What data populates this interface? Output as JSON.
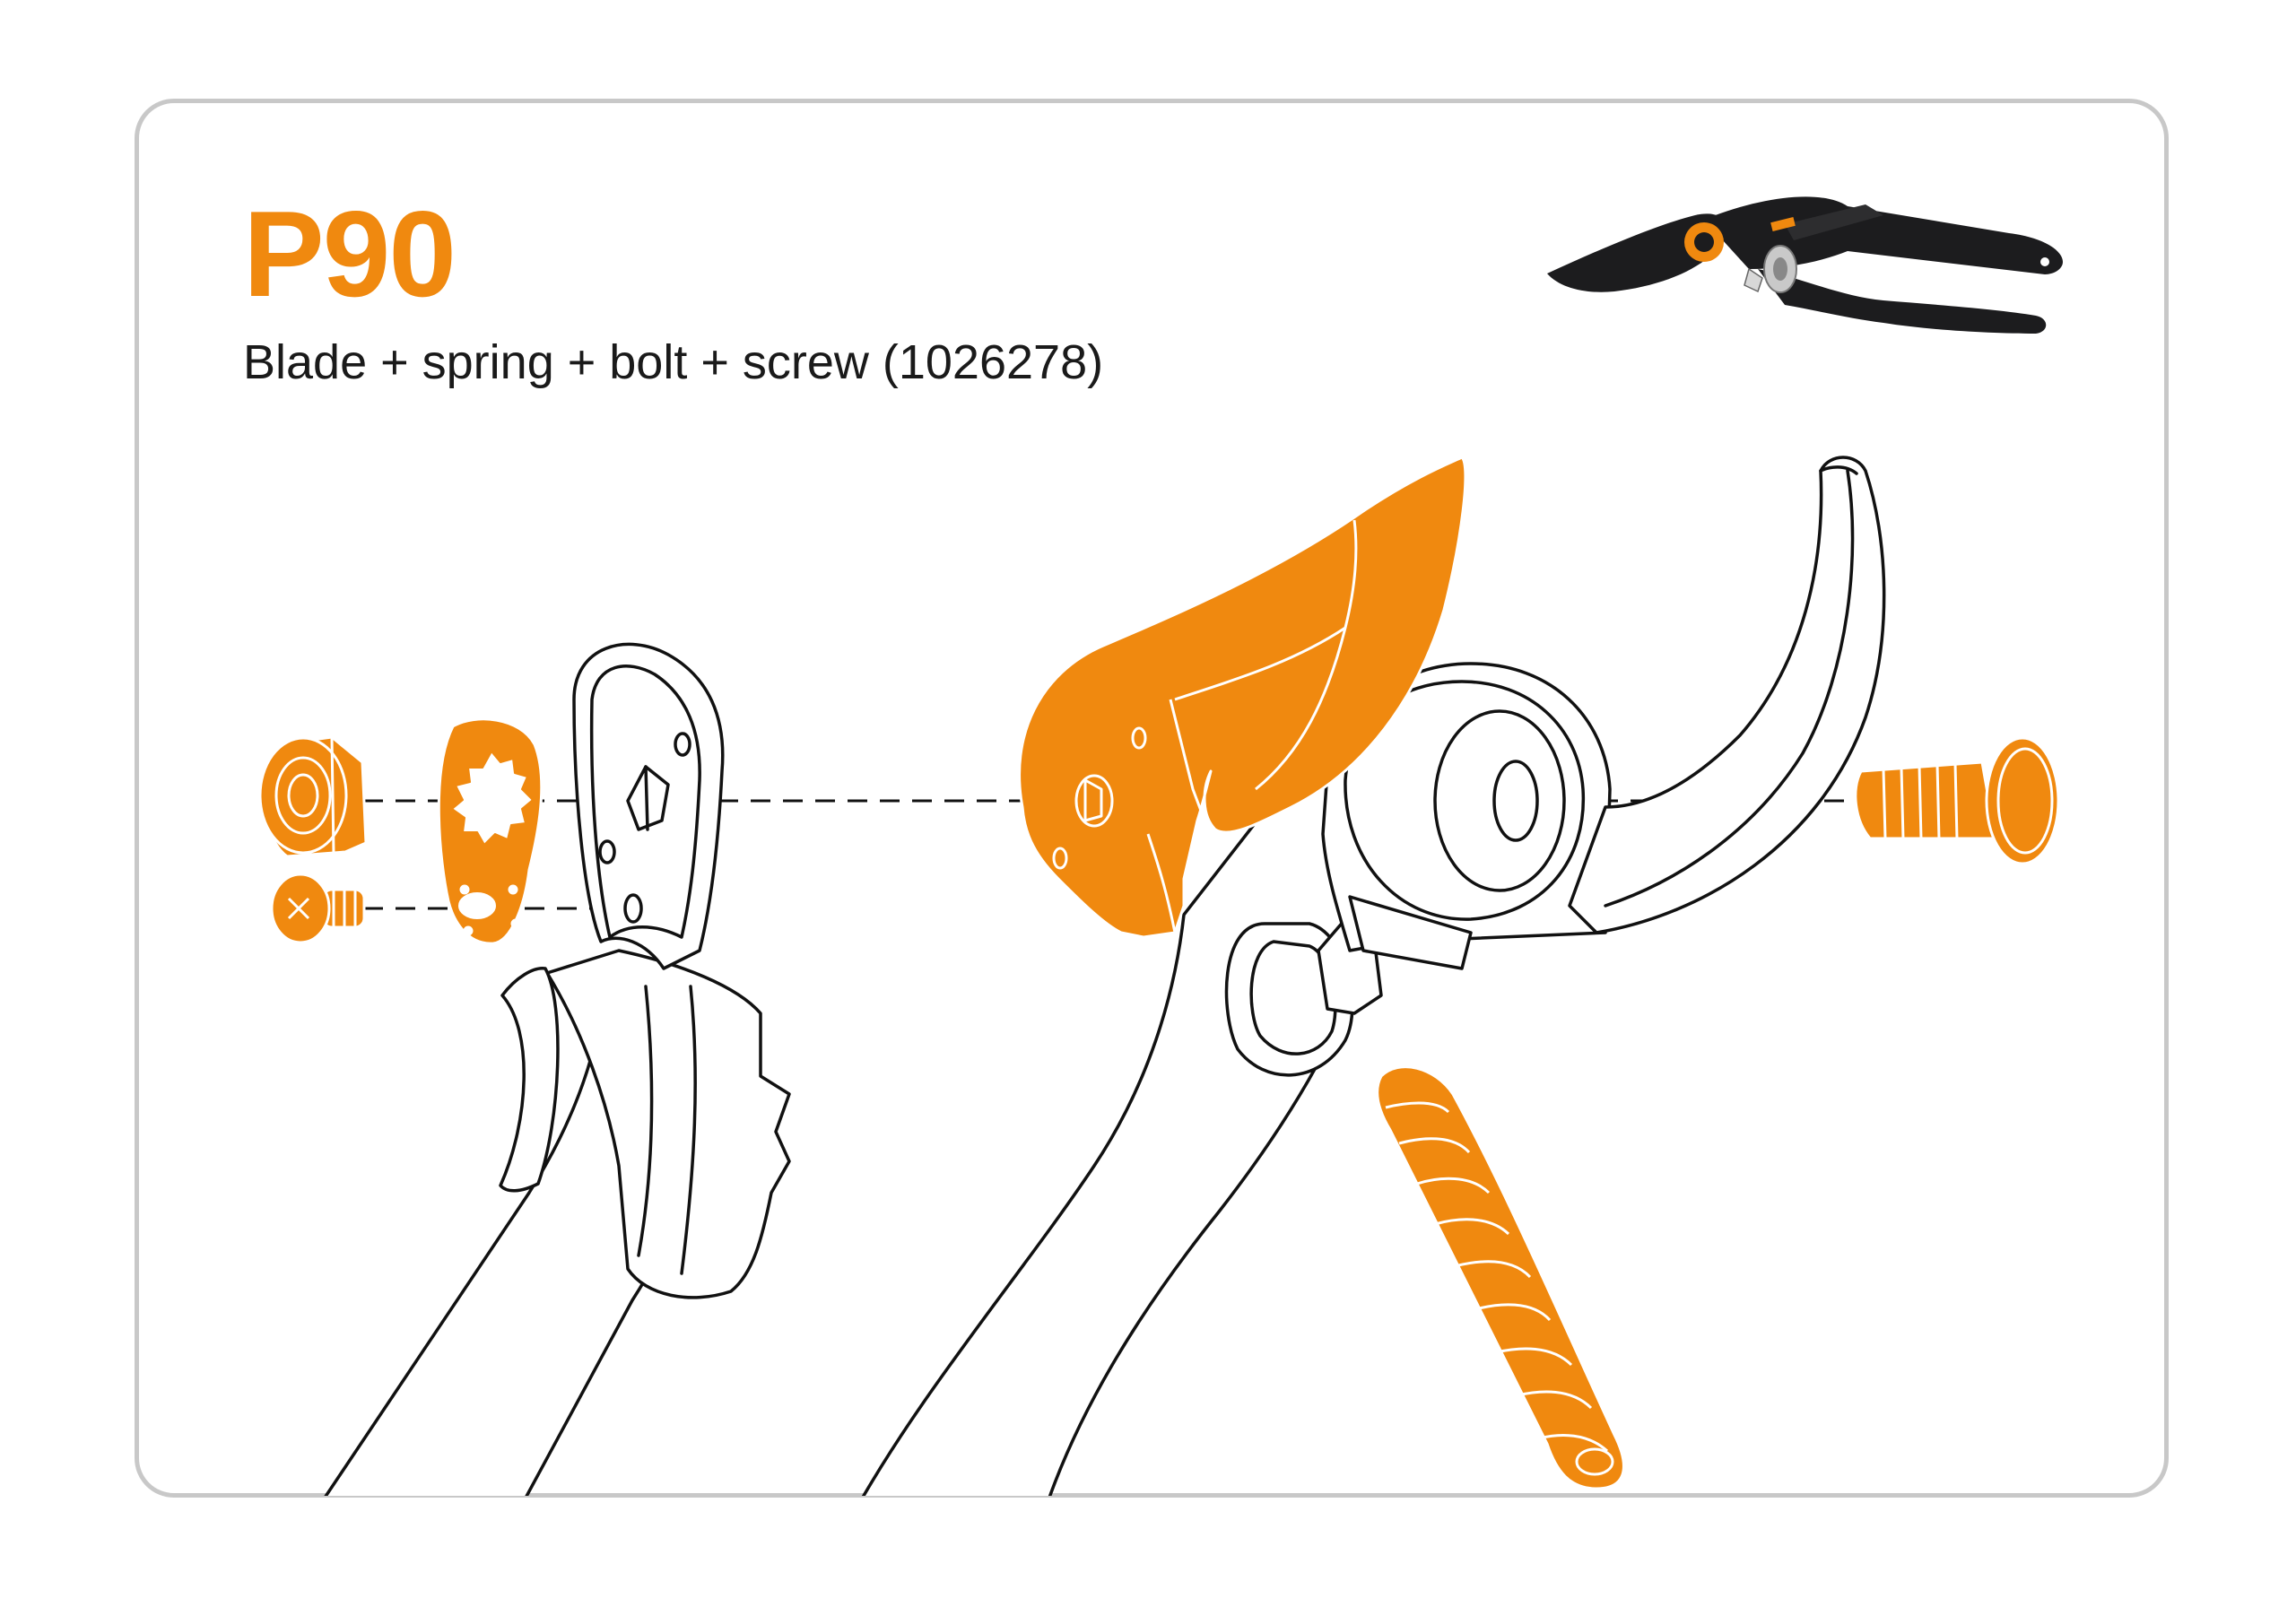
{
  "header": {
    "model": "P90",
    "part_description": "Blade + spring + bolt + screw (1026278)"
  },
  "colors": {
    "accent": "#F0890F",
    "outline": "#111111",
    "frame": "#C8C8C8",
    "product_body": "#1C1C1E"
  },
  "parts": [
    {
      "name": "nut",
      "highlighted": true
    },
    {
      "name": "spring-plate",
      "highlighted": true
    },
    {
      "name": "screw",
      "highlighted": true
    },
    {
      "name": "blade",
      "highlighted": true
    },
    {
      "name": "bolt",
      "highlighted": true
    },
    {
      "name": "coil-spring",
      "highlighted": true
    },
    {
      "name": "lower-handle",
      "highlighted": false
    },
    {
      "name": "upper-handle-with-anvil",
      "highlighted": false
    }
  ]
}
